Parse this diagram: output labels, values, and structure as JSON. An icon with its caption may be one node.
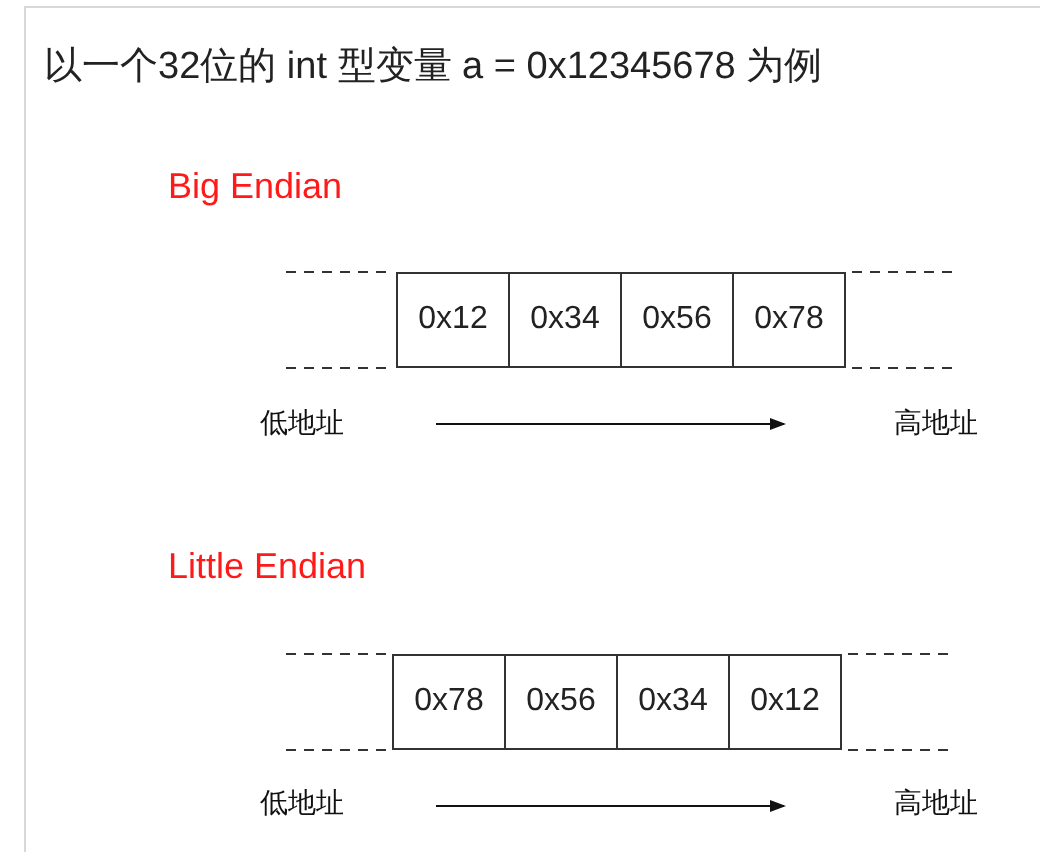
{
  "diagram": {
    "title": "以一个32位的 int 型变量 a = 0x12345678 为例",
    "nodes": [
      {
        "text": [
          "0x12"
        ]
      },
      {
        "text": [
          "0x34"
        ]
      },
      {
        "text": [
          "0x56"
        ]
      },
      {
        "text": [
          "0x78"
        ]
      },
      {
        "text": [
          "0x78"
        ]
      },
      {
        "text": [
          "0x56"
        ]
      },
      {
        "text": [
          "0x34"
        ]
      },
      {
        "text": [
          "0x12"
        ]
      }
    ],
    "labels": [
      "Big Endian",
      "低地址",
      "高地址",
      "Little Endian",
      "低地址",
      "高地址"
    ]
  }
}
